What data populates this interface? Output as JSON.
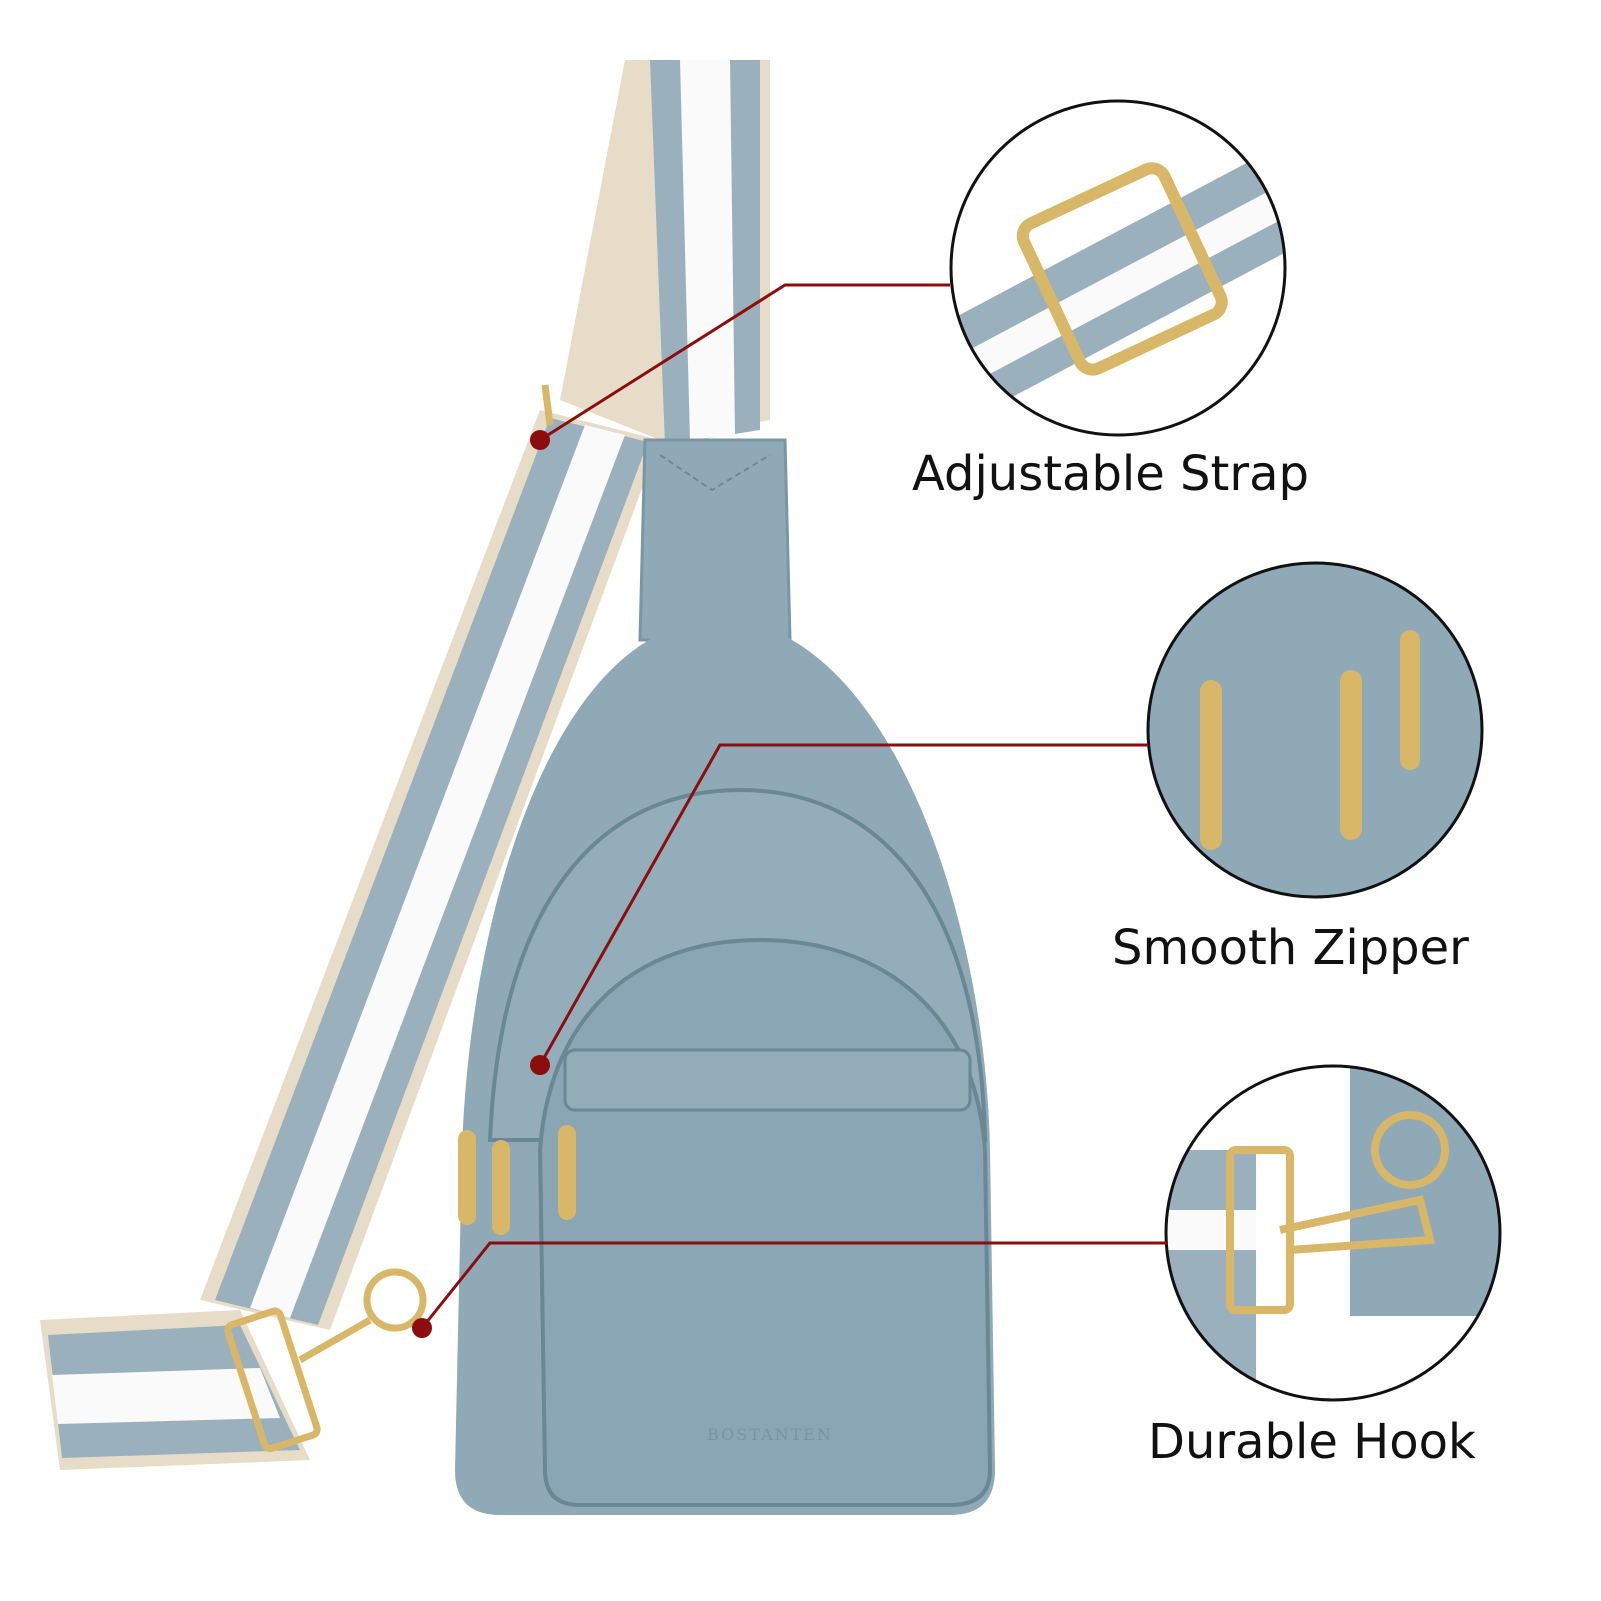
{
  "product": {
    "brand": "BOSTANTEN",
    "colors": {
      "bag": "#8fa9b6",
      "strap_stripe": "#9bb0bd",
      "strap_edge": "#e6dcc8",
      "hardware": "#d8b868",
      "callout_line": "#8b0d0d"
    }
  },
  "callouts": [
    {
      "label": "Adjustable Strap",
      "icon": "strap-buckle-closeup"
    },
    {
      "label": "Smooth Zipper",
      "icon": "zipper-closeup"
    },
    {
      "label": "Durable Hook",
      "icon": "hook-closeup"
    }
  ]
}
